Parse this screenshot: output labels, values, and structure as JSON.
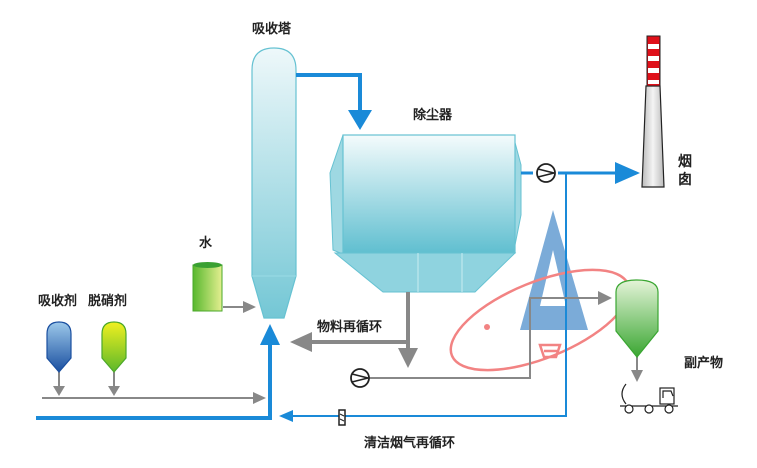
{
  "diagram": {
    "title": "Flue gas desulfurization and denitrification process flow",
    "labels": {
      "absorber_tower": "吸收塔",
      "dust_collector": "除尘器",
      "chimney": "烟囱",
      "water": "水",
      "absorbent": "吸收剂",
      "denitrification_agent": "脱硝剂",
      "material_recirculation": "物料再循环",
      "clean_flue_gas_recirculation": "清洁烟气再循环",
      "byproduct": "副产物"
    },
    "watermark": {
      "text": "Logo with stylized letter A and red orbit"
    },
    "colors": {
      "gas_flow": "#1a8ad8",
      "material_flow": "#888888",
      "equipment": "#7ccad8",
      "chimney_stripe": "#e0101a",
      "absorbent_tank": "#1f5fb0",
      "denitrification_tank": "#7dc41e",
      "water_tank": "#6cc23a",
      "byproduct_tank": "#4cb848"
    }
  }
}
